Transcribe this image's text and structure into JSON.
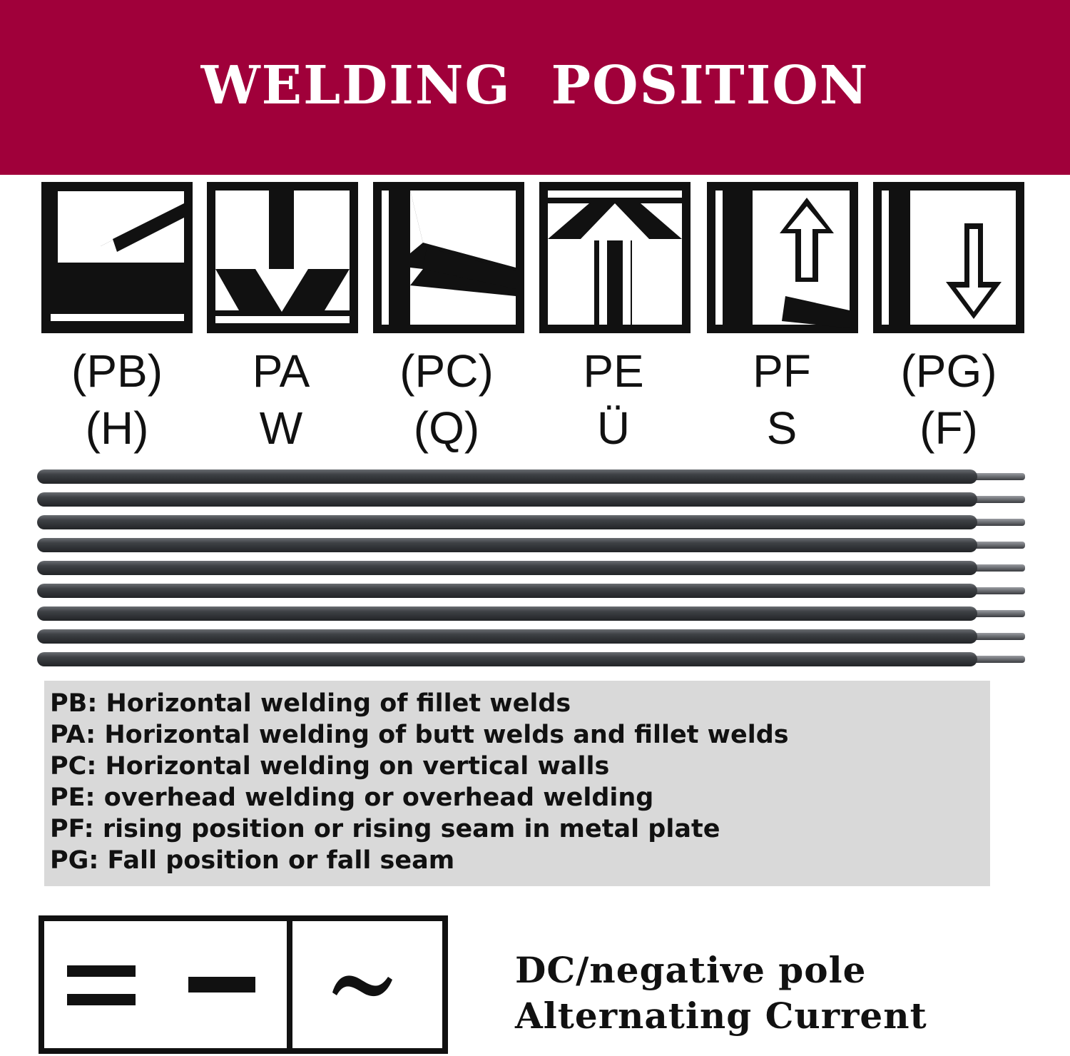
{
  "banner": {
    "title": "WELDING  POSITION",
    "color": "#a0003a"
  },
  "positions": [
    {
      "code": "(PB)",
      "alt": "(H)",
      "icon": "fillet-horizontal-icon"
    },
    {
      "code": "PA",
      "alt": "W",
      "icon": "flat-downhand-icon"
    },
    {
      "code": "(PC)",
      "alt": "(Q)",
      "icon": "horizontal-vertical-wall-icon"
    },
    {
      "code": "PE",
      "alt": "Ü",
      "icon": "overhead-icon"
    },
    {
      "code": "PF",
      "alt": "S",
      "icon": "vertical-up-icon"
    },
    {
      "code": "(PG)",
      "alt": "(F)",
      "icon": "vertical-down-icon"
    }
  ],
  "descriptions": [
    "PB: Horizontal welding of fillet welds",
    "PA: Horizontal welding of butt welds and fillet welds",
    "PC: Horizontal welding on vertical walls",
    "PE: overhead welding or overhead welding",
    "PF: rising position or rising seam in metal plate",
    "PG: Fall position or fall seam"
  ],
  "current": {
    "icons": [
      "dc-equals-icon",
      "negative-pole-icon",
      "ac-tilde-icon"
    ],
    "legend": [
      "DC/negative pole",
      "Alternating Current"
    ]
  }
}
